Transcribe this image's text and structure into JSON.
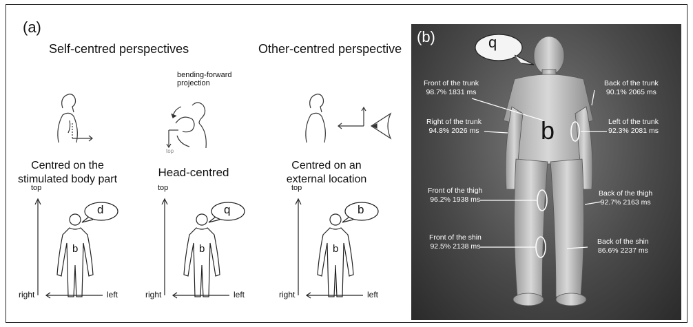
{
  "panel_a": {
    "label": "(a)",
    "heading_self": "Self-centred perspectives",
    "heading_other": "Other-centred perspective",
    "bending_annotation_line1": "bending-forward",
    "bending_annotation_line2": "projection",
    "top_small": "top",
    "captions": {
      "body_part_line1": "Centred on the",
      "body_part_line2": "stimulated body part",
      "head": "Head-centred",
      "external_line1": "Centred on an",
      "external_line2": "external location"
    },
    "figures": [
      {
        "axis_top": "top",
        "axis_right": "right",
        "axis_left": "left",
        "bubble": "d",
        "body_letter": "b"
      },
      {
        "axis_top": "top",
        "axis_right": "right",
        "axis_left": "left",
        "bubble": "q",
        "body_letter": "b"
      },
      {
        "axis_top": "top",
        "axis_right": "right",
        "axis_left": "left",
        "bubble": "b",
        "body_letter": "b"
      }
    ]
  },
  "panel_b": {
    "label": "(b)",
    "bubble": "q",
    "body_letter": "b",
    "annotations": [
      {
        "name": "front-trunk",
        "line1": "Front of the trunk",
        "line2": "98.7% 1831 ms"
      },
      {
        "name": "back-trunk",
        "line1": "Back of the trunk",
        "line2": "90.1% 2065 ms"
      },
      {
        "name": "right-trunk",
        "line1": "Right of the trunk",
        "line2": "94.8% 2026 ms"
      },
      {
        "name": "left-trunk",
        "line1": "Left of the trunk",
        "line2": "92.3% 2081 ms"
      },
      {
        "name": "front-thigh",
        "line1": "Front of the thigh",
        "line2": "96.2% 1938 ms"
      },
      {
        "name": "back-thigh",
        "line1": "Back of the thigh",
        "line2": "92.7% 2163 ms"
      },
      {
        "name": "front-shin",
        "line1": "Front of the shin",
        "line2": "92.5% 2138 ms"
      },
      {
        "name": "back-shin",
        "line1": "Back of the shin",
        "line2": "86.6% 2237 ms"
      }
    ]
  }
}
